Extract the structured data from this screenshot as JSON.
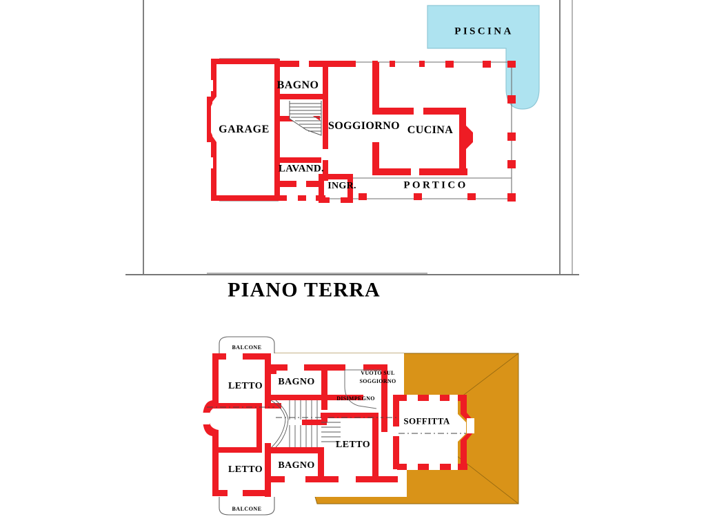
{
  "document": {
    "kind": "floor-plan",
    "language": "it"
  },
  "ground_floor": {
    "title": "PIANO TERRA",
    "rooms": [
      {
        "key": "garage",
        "label": "GARAGE"
      },
      {
        "key": "bagno",
        "label": "BAGNO"
      },
      {
        "key": "soggiorno",
        "label": "SOGGIORNO"
      },
      {
        "key": "cucina",
        "label": "CUCINA"
      },
      {
        "key": "lavanderia",
        "label": "LAVAND."
      },
      {
        "key": "ingresso",
        "label": "INGR."
      },
      {
        "key": "portico",
        "label": "PORTICO"
      }
    ],
    "outdoor": [
      {
        "key": "piscina",
        "label": "PISCINA"
      }
    ]
  },
  "upper_floor": {
    "rooms": [
      {
        "key": "letto-1",
        "label": "LETTO"
      },
      {
        "key": "letto-2",
        "label": "LETTO"
      },
      {
        "key": "letto-3",
        "label": "LETTO"
      },
      {
        "key": "bagno-1",
        "label": "BAGNO"
      },
      {
        "key": "bagno-2",
        "label": "BAGNO"
      },
      {
        "key": "soffitta",
        "label": "SOFFITTA"
      },
      {
        "key": "disimpegno",
        "label": "DISIMPEGNO"
      }
    ],
    "annotations": [
      {
        "key": "vuoto-line-1",
        "label": "VUOTO SUL"
      },
      {
        "key": "vuoto-line-2",
        "label": "SOGGIORNO"
      }
    ],
    "balconies": [
      {
        "key": "balcone-top",
        "label": "BALCONE"
      },
      {
        "key": "balcone-bottom",
        "label": "BALCONE"
      }
    ]
  },
  "colors": {
    "wall": "#EE1C24",
    "pool": "#AEE3F0",
    "pool_outline": "#8FC7D6",
    "roof": "#D99318",
    "roof_outline": "#9A6A10",
    "site_line": "#555555",
    "text": "#000000",
    "background": "#FFFFFF",
    "stair_line": "#555555"
  }
}
